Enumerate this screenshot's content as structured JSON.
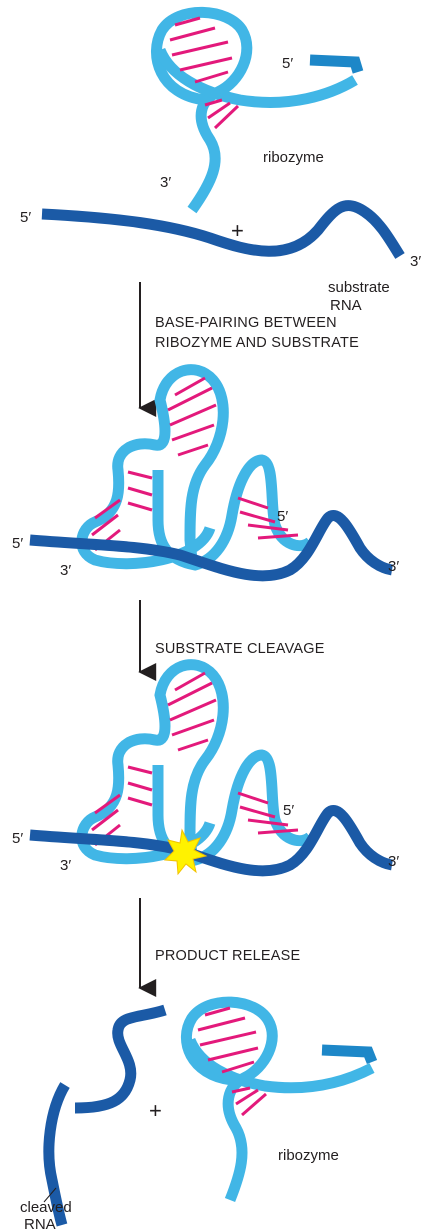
{
  "panel1": {
    "ribozyme_5prime": "5′",
    "ribozyme_3prime": "3′",
    "ribozyme_label": "ribozyme",
    "substrate_5prime": "5′",
    "substrate_3prime": "3′",
    "plus": "+",
    "substrate_label_line1": "substrate",
    "substrate_label_line2": "RNA"
  },
  "step1": {
    "line1": "BASE-PAIRING BETWEEN",
    "line2": "RIBOZYME AND SUBSTRATE"
  },
  "panel2": {
    "left_5prime": "5′",
    "left_3prime": "3′",
    "right_5prime": "5′",
    "right_3prime": "3′"
  },
  "step2": {
    "line1": "SUBSTRATE CLEAVAGE"
  },
  "panel3": {
    "left_5prime": "5′",
    "left_3prime": "3′",
    "right_5prime": "5′",
    "right_3prime": "3′"
  },
  "step3": {
    "line1": "PRODUCT RELEASE"
  },
  "panel4": {
    "plus": "+",
    "ribozyme_label": "ribozyme",
    "cleaved_label_line1": "cleaved",
    "cleaved_label_line2": "RNA"
  },
  "colors": {
    "substrate": "#1b5aa6",
    "ribozyme": "#41b6e6",
    "ribozyme_dark": "#1d87c8",
    "base_pair": "#e3197b",
    "spark": "#fff200",
    "arrow": "#231f20"
  }
}
